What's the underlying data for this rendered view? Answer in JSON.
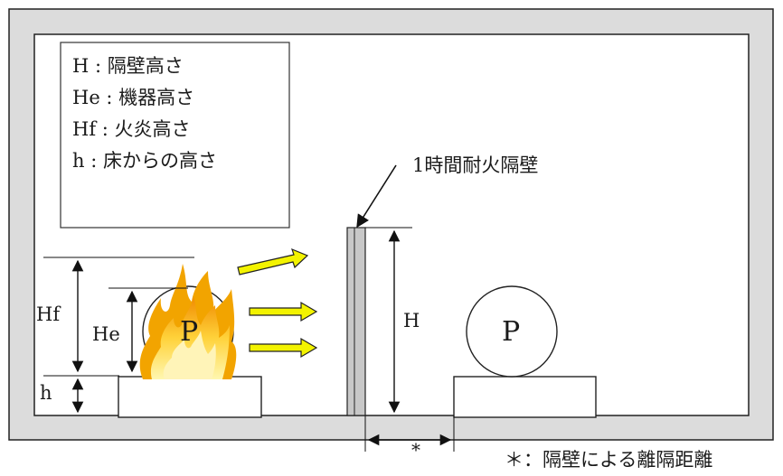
{
  "legend": {
    "items": [
      {
        "symbol": "H",
        "sep": " : ",
        "text": "隔壁高さ"
      },
      {
        "symbol": "He",
        "sep": " : ",
        "text": "機器高さ"
      },
      {
        "symbol": "Hf",
        "sep": " : ",
        "text": "火炎高さ"
      },
      {
        "symbol": "h",
        "sep": " : ",
        "text": "床からの高さ"
      }
    ]
  },
  "callout": {
    "text": "1時間耐火隔壁"
  },
  "dims": {
    "Hf": "Hf",
    "He": "He",
    "h": "h",
    "H": "H",
    "star": "*"
  },
  "pump": {
    "left_label": "P",
    "right_label": "P"
  },
  "footnote": {
    "text": "＊：隔壁による離隔距離"
  },
  "colors": {
    "room_fill": "#dcdcdc",
    "arrow_fill": "#f3f300",
    "flame_outer": "#f5a800",
    "flame_inner": "#ffe35a",
    "wall_fill": "#c8c8c8"
  }
}
